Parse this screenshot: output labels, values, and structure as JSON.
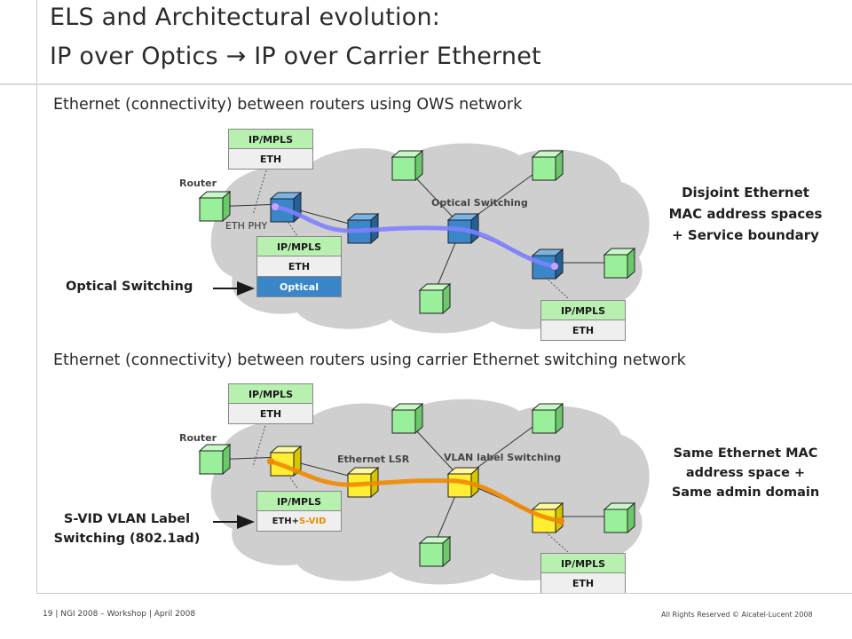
{
  "title": {
    "line1": "ELS and Architectural evolution:",
    "line2": "IP over Optics → IP over Carrier Ethernet"
  },
  "section1": {
    "heading": "Ethernet (connectivity) between routers using OWS network",
    "router_label": "Router",
    "eth_phy_label": "ETH PHY",
    "cloud_label": "Optical Switching",
    "stack_top": [
      "IP/MPLS",
      "ETH"
    ],
    "stack_mid": [
      "IP/MPLS",
      "ETH",
      "Optical"
    ],
    "stack_right": [
      "IP/MPLS",
      "ETH"
    ],
    "callout": "Optical Switching",
    "note": [
      "Disjoint Ethernet",
      "MAC address spaces",
      "+ Service boundary"
    ],
    "path_color": "#6a6aff"
  },
  "section2": {
    "heading": "Ethernet (connectivity) between routers using carrier Ethernet switching network",
    "router_label": "Router",
    "lsr_label": "Ethernet LSR",
    "vlan_label": "VLAN label Switching",
    "stack_top": [
      "IP/MPLS",
      "ETH"
    ],
    "stack_mid_top": "IP/MPLS",
    "stack_mid_eth": "ETH+",
    "stack_mid_svid": "S-VID",
    "stack_right": [
      "IP/MPLS",
      "ETH"
    ],
    "callout": [
      "S-VID VLAN Label",
      "Switching (802.1ad)"
    ],
    "note": [
      "Same Ethernet MAC",
      "address space +",
      "Same admin domain"
    ],
    "path_color": "#f08a00"
  },
  "footer": {
    "left": "19 | NGI 2008 – Workshop | April 2008",
    "right": "All Rights Reserved © Alcatel-Lucent 2008"
  },
  "colors": {
    "node_green": "#9af09a",
    "node_blue": "#3a86c8",
    "node_yellow": "#ffee33",
    "cloud": "#cfcfcf"
  }
}
